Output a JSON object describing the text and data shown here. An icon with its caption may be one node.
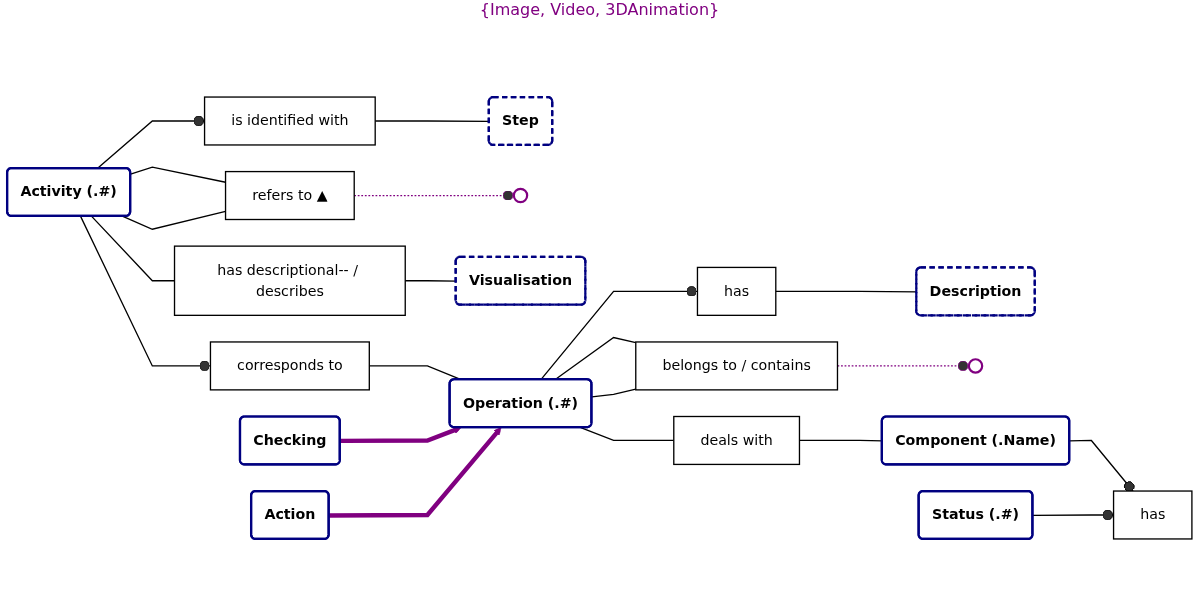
{
  "diagram": {
    "nodes": [
      {
        "text": [
          "is identified with"
        ]
      },
      {
        "text": [
          "Step"
        ]
      },
      {
        "text": [
          "Activity (.#)"
        ]
      },
      {
        "text": [
          "refers to ▲"
        ]
      },
      {
        "text": [],
        "shape": "circle"
      },
      {
        "text": [
          "Visualisation"
        ]
      },
      {
        "text": [
          "has descriptional-- / describes"
        ]
      },
      {
        "text": [
          "corresponds to"
        ]
      },
      {
        "text": [
          "has"
        ]
      },
      {
        "text": [
          "Description"
        ]
      },
      {
        "text": [
          "Operation (.#)"
        ]
      },
      {
        "text": [
          "belongs to / contains"
        ]
      },
      {
        "text": [],
        "shape": "circle"
      },
      {
        "text": [
          "deals with"
        ]
      },
      {
        "text": [
          "Component (.Name)"
        ]
      },
      {
        "text": [
          "has"
        ]
      },
      {
        "text": [
          "Status (.#)"
        ]
      },
      {
        "text": [
          "Checking"
        ]
      },
      {
        "text": [
          "Action"
        ]
      }
    ],
    "edges": [
      {
        "from": 2,
        "to": 0,
        "arrow": "other"
      },
      {
        "from": 0,
        "to": 1,
        "arrow": "none"
      },
      {
        "from": 2,
        "to": 3,
        "arrow": "none"
      },
      {
        "from": 2,
        "to": 3,
        "arrow": "none"
      },
      {
        "from": 3,
        "to": 4,
        "arrow": "other",
        "style": "dashed",
        "color": "#800080"
      },
      {
        "from": 2,
        "to": 6,
        "arrow": "none"
      },
      {
        "from": 6,
        "to": 5,
        "arrow": "none"
      },
      {
        "from": 2,
        "to": 7,
        "arrow": "other"
      },
      {
        "from": 7,
        "to": 10,
        "arrow": "none"
      },
      {
        "from": 10,
        "to": 8,
        "arrow": "other"
      },
      {
        "from": 8,
        "to": 9,
        "arrow": "none"
      },
      {
        "from": 10,
        "to": 11,
        "arrow": "none"
      },
      {
        "from": 10,
        "to": 11,
        "arrow": "none"
      },
      {
        "from": 11,
        "to": 12,
        "arrow": "other",
        "style": "dashed",
        "color": "#800080"
      },
      {
        "from": 10,
        "to": 13,
        "arrow": "none"
      },
      {
        "from": 13,
        "to": 14,
        "arrow": "none"
      },
      {
        "from": 14,
        "to": 15,
        "arrow": "other"
      },
      {
        "from": 16,
        "to": 15,
        "arrow": "other"
      },
      {
        "from": 17,
        "to": 10,
        "arrow": "to",
        "style": "thick",
        "color": "#800080"
      },
      {
        "from": 18,
        "to": 10,
        "arrow": "to",
        "style": "thick",
        "color": "#800080"
      }
    ],
    "labels": [
      "{Image, Video, 3DAnimation}"
    ]
  }
}
